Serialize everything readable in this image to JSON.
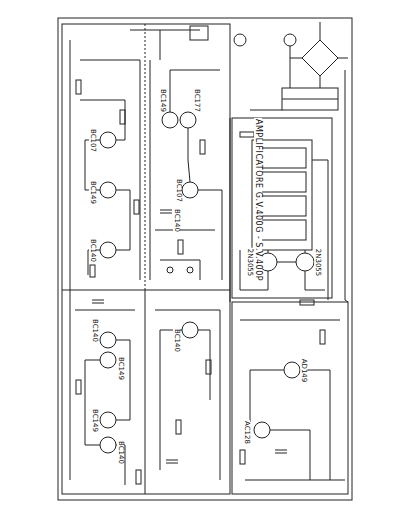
{
  "diagram": {
    "title": "AMPLIFICATORE G.V.400G - S.V.400P",
    "labels": [
      "BC107",
      "BC149",
      "BC140",
      "BC149",
      "BC177",
      "BC107",
      "BC140",
      "BC149",
      "BC140",
      "BC149",
      "BC140",
      "BC140",
      "2N3055",
      "2N3055",
      "AD149",
      "AC128"
    ]
  }
}
